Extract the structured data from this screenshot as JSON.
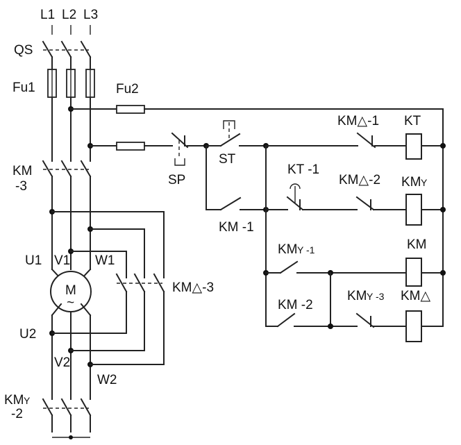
{
  "phases": {
    "l1": "L1",
    "l2": "L2",
    "l3": "L3"
  },
  "labels": {
    "qs": "QS",
    "fu1": "Fu1",
    "fu2": "Fu2",
    "km3_a": "KM",
    "km3_b": "-3",
    "sp": "SP",
    "st": "ST",
    "km1": "KM -1",
    "kt1": "KT -1",
    "kmd1": "KM△-1",
    "kt": "KT",
    "kmd2": "KM△-2",
    "kmy_coil_main": "KM",
    "kmy_coil_sub": "Y",
    "kmy1_main": "KM",
    "kmy1_sub": "Y -1",
    "km_coil": "KM",
    "km2": "KM -2",
    "kmy3_main": "KM",
    "kmy3_sub": "Y -3",
    "kmd_coil": "KM△",
    "kmd3": "KM△-3",
    "u1": "U1",
    "v1": "V1",
    "w1": "W1",
    "u2": "U2",
    "v2": "V2",
    "w2": "W2",
    "motor": "M",
    "motor_sub": "~",
    "kmy2_main": "KM",
    "kmy2_sub": "Y",
    "kmy2_num": "-2"
  },
  "colors": {
    "line": "#222222",
    "background": "#ffffff"
  }
}
